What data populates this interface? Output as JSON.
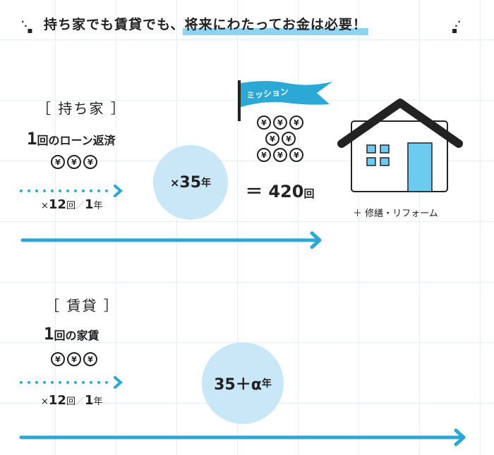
{
  "headline": {
    "part1": "持ち家でも賃貸でも、",
    "part2": "将来にわたってお金は必要！"
  },
  "own_home": {
    "title": "［ 持ち家 ］",
    "payment_label_num": "1",
    "payment_label_text": "回のローン返済",
    "coin_symbol": "¥",
    "coin_count": 3,
    "frequency_prefix": "×",
    "frequency_num": "12",
    "frequency_unit": "回",
    "frequency_sep": "／",
    "frequency_year_num": "1",
    "frequency_year_unit": "年",
    "years_circle_prefix": "×",
    "years_circle_num": "35",
    "years_circle_unit": "年",
    "mission_flag": "ミッション",
    "total_prefix": "＝",
    "total_num": "420",
    "total_unit": "回",
    "extra_cost": "＋ 修繕・リフォーム"
  },
  "rental": {
    "title": "［ 賃貸 ］",
    "payment_label_num": "1",
    "payment_label_text": "回の家賃",
    "coin_symbol": "¥",
    "coin_count": 3,
    "frequency_prefix": "×",
    "frequency_num": "12",
    "frequency_unit": "回",
    "frequency_sep": "／",
    "frequency_year_num": "1",
    "frequency_year_unit": "年",
    "years_circle_num": "35＋α",
    "years_circle_unit": "年"
  },
  "colors": {
    "accent_blue": "#2ba8d5",
    "circle_fill": "#c9e7f6",
    "highlight": "#8fd3f0",
    "door_window": "#6ecbf0",
    "grid": "#e4eef3"
  }
}
